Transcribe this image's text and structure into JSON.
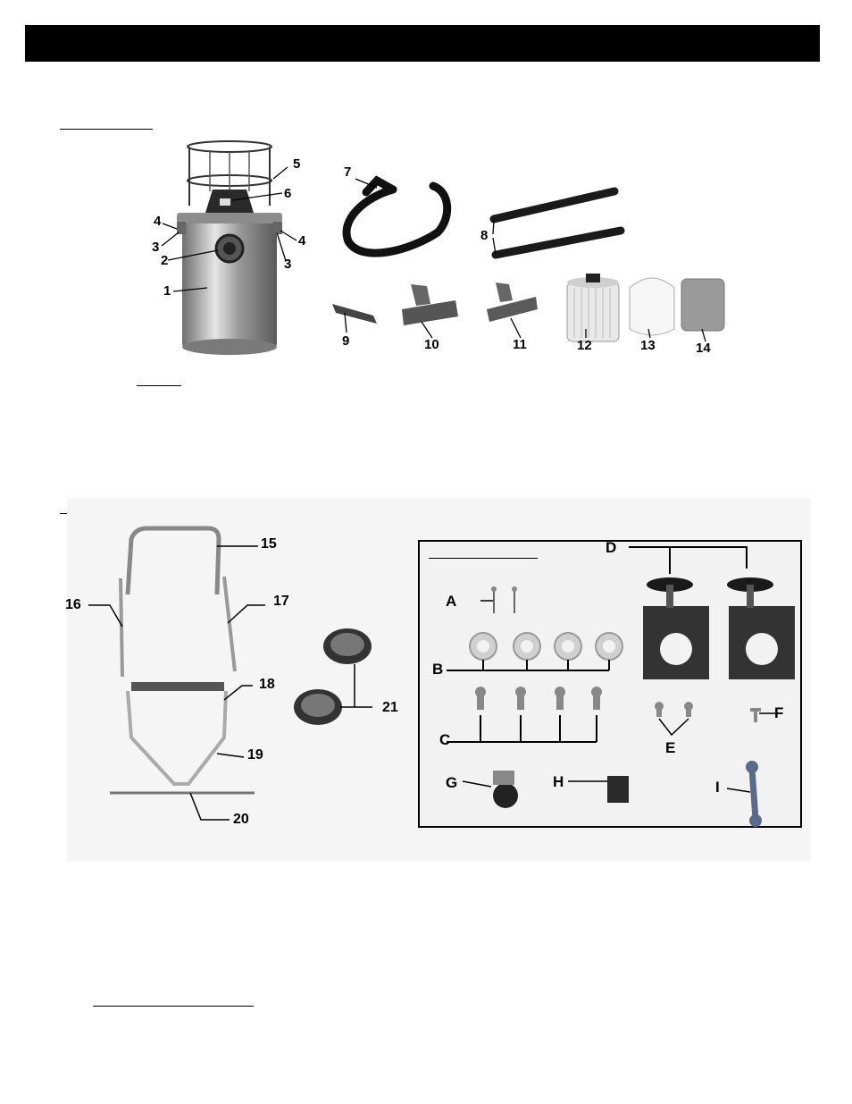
{
  "figure1": {
    "callouts": [
      "1",
      "2",
      "3",
      "3",
      "4",
      "4",
      "5",
      "6",
      "7",
      "8",
      "9",
      "10",
      "11",
      "12",
      "13",
      "14"
    ]
  },
  "figure2": {
    "callouts": [
      "15",
      "16",
      "17",
      "18",
      "19",
      "20",
      "21"
    ]
  },
  "hardware": {
    "callouts": [
      "A",
      "B",
      "C",
      "D",
      "E",
      "F",
      "G",
      "H",
      "I"
    ]
  },
  "colors": {
    "header_bar": "#000000",
    "panel_bg": "#f5f5f5",
    "steel": "#b8b8b8"
  }
}
